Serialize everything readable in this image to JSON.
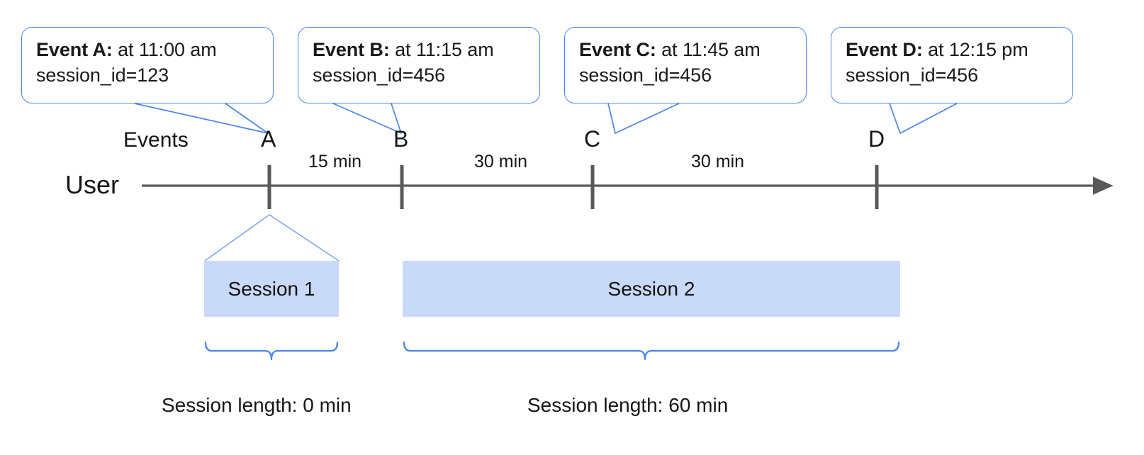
{
  "diagram": {
    "axis_label": "User",
    "events_label": "Events",
    "callouts": [
      {
        "title": "Event A:",
        "time": "at 11:00 am",
        "session_id": "session_id=123"
      },
      {
        "title": "Event B:",
        "time": "at 11:15 am",
        "session_id": "session_id=456"
      },
      {
        "title": "Event C:",
        "time": "at 11:45 am",
        "session_id": "session_id=456"
      },
      {
        "title": "Event D:",
        "time": "at 12:15 pm",
        "session_id": "session_id=456"
      }
    ],
    "event_markers": [
      {
        "label": "A"
      },
      {
        "label": "B"
      },
      {
        "label": "C"
      },
      {
        "label": "D"
      }
    ],
    "intervals": [
      {
        "label": "15 min"
      },
      {
        "label": "30 min"
      },
      {
        "label": "30 min"
      }
    ],
    "sessions": [
      {
        "label": "Session 1",
        "length_label": "Session length: 0 min"
      },
      {
        "label": "Session 2",
        "length_label": "Session length: 60 min"
      }
    ],
    "colors": {
      "callout_border": "#4a86e8",
      "session_fill": "#c9daf8",
      "axis": "#595959",
      "brace": "#4a86e8",
      "text": "#151515"
    }
  }
}
